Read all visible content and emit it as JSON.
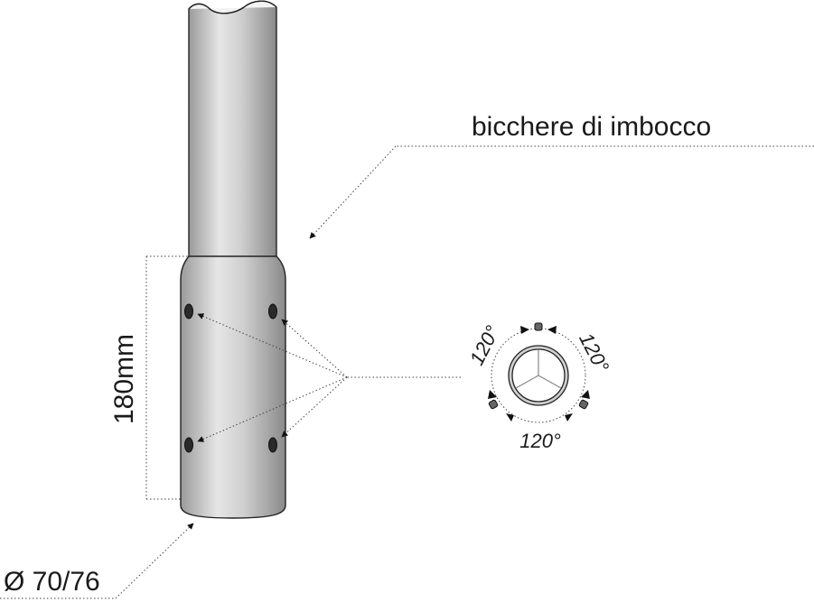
{
  "labels": {
    "title": "bicchere di imbocco",
    "height": "180mm",
    "diameter": "Ø 70/76",
    "angle_left": "120°",
    "angle_right": "120°",
    "angle_bottom": "120°"
  },
  "colors": {
    "pipe_light": "#e4e4e4",
    "pipe_mid": "#b9b9b9",
    "pipe_dark": "#8c8c8c",
    "outline": "#222222",
    "dotted": "#444444"
  }
}
